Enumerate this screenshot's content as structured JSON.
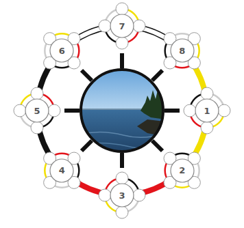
{
  "diagram": {
    "nodes": [
      {
        "text": [
          "1"
        ]
      },
      {
        "text": [
          "2"
        ]
      },
      {
        "text": [
          "3"
        ]
      },
      {
        "text": [
          "4"
        ]
      },
      {
        "text": [
          "5"
        ]
      },
      {
        "text": [
          "6"
        ]
      },
      {
        "text": [
          "7"
        ]
      },
      {
        "text": [
          "8"
        ]
      }
    ],
    "edges": [
      {
        "from": 0,
        "to": 1,
        "arrow": "none"
      },
      {
        "from": 1,
        "to": 2,
        "arrow": "none"
      },
      {
        "from": 2,
        "to": 3,
        "arrow": "none"
      },
      {
        "from": 3,
        "to": 4,
        "arrow": "none"
      },
      {
        "from": 4,
        "to": 5,
        "arrow": "none"
      },
      {
        "from": 5,
        "to": 6,
        "arrow": "none"
      },
      {
        "from": 6,
        "to": 7,
        "arrow": "none"
      },
      {
        "from": 7,
        "to": 0,
        "arrow": "none"
      }
    ]
  }
}
